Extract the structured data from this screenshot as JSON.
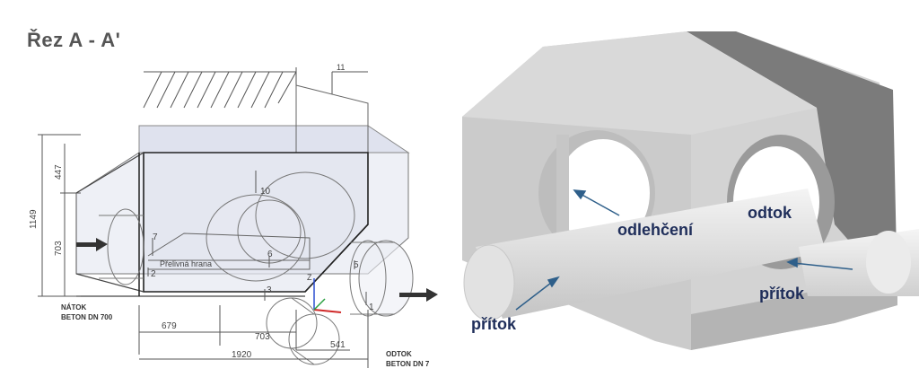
{
  "left": {
    "title": "Řez A - A'",
    "dimensions": {
      "d11": "11",
      "d447": "447",
      "d1149": "1149",
      "d703": "703",
      "d10": "10",
      "d7": "7",
      "d6": "6",
      "d2": "2",
      "d3": "3",
      "d5": "5",
      "d1": "1",
      "d679": "679",
      "d703b": "703",
      "d541": "541",
      "d1920": "1920"
    },
    "overflow_edge": "Přelivná hrana",
    "inlet": [
      "NÁTOK",
      "BETON  DN 700"
    ],
    "outlet": [
      "ODTOK",
      "BETON DN 7"
    ],
    "axis_z": "Z"
  },
  "right": {
    "labels": {
      "relief": "odlehčení",
      "outflow": "odtok",
      "inflow_left": "přítok",
      "inflow_right": "přítok"
    },
    "colors": {
      "label": "#1f2e5a",
      "arrow": "#2e5f8a"
    }
  }
}
